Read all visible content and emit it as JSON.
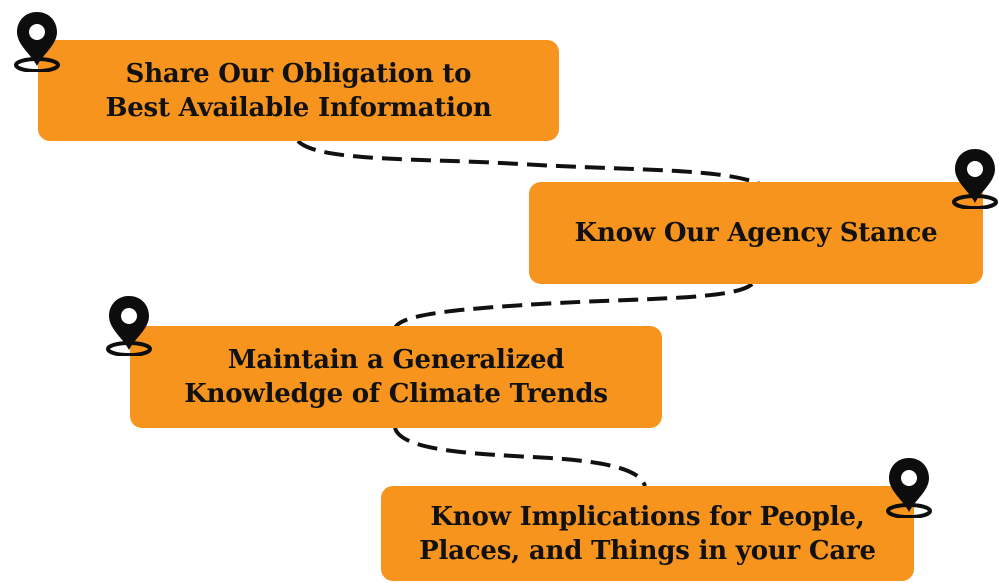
{
  "steps": [
    {
      "id": "step-1",
      "label": "Share Our Obligation to\nBest Available Information"
    },
    {
      "id": "step-2",
      "label": "Know Our Agency Stance"
    },
    {
      "id": "step-3",
      "label": "Maintain a Generalized\nKnowledge of Climate Trends"
    },
    {
      "id": "step-4",
      "label": "Know Implications for People,\nPlaces, and Things in your Care"
    }
  ],
  "colors": {
    "box_fill": "#f7941d",
    "text": "#111111",
    "path": "#111111",
    "pin": "#0d0d0d",
    "background": "#ffffff"
  },
  "icons": [
    "location-pin-icon",
    "location-pin-icon",
    "location-pin-icon",
    "location-pin-icon"
  ]
}
